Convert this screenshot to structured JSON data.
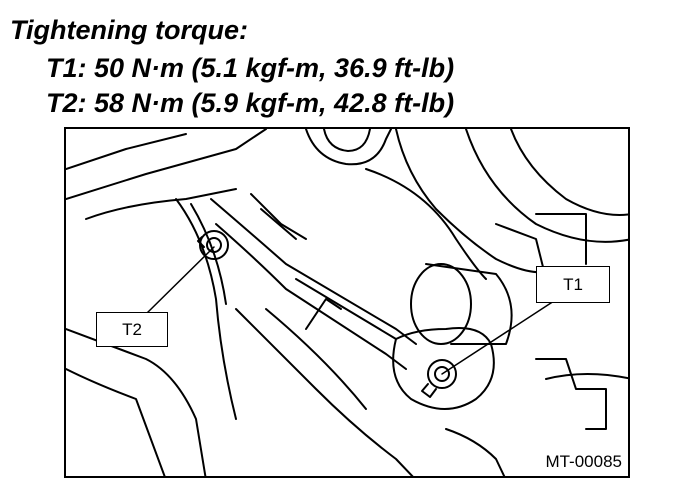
{
  "spec": {
    "title": "Tightening torque:",
    "t1": "T1: 50 N·m (5.1 kgf-m, 36.9 ft-lb)",
    "t2": "T2: 58 N·m (5.9 kgf-m, 42.8 ft-lb)"
  },
  "figure": {
    "callout_t1": "T1",
    "callout_t2": "T2",
    "figure_id": "MT-00085"
  }
}
